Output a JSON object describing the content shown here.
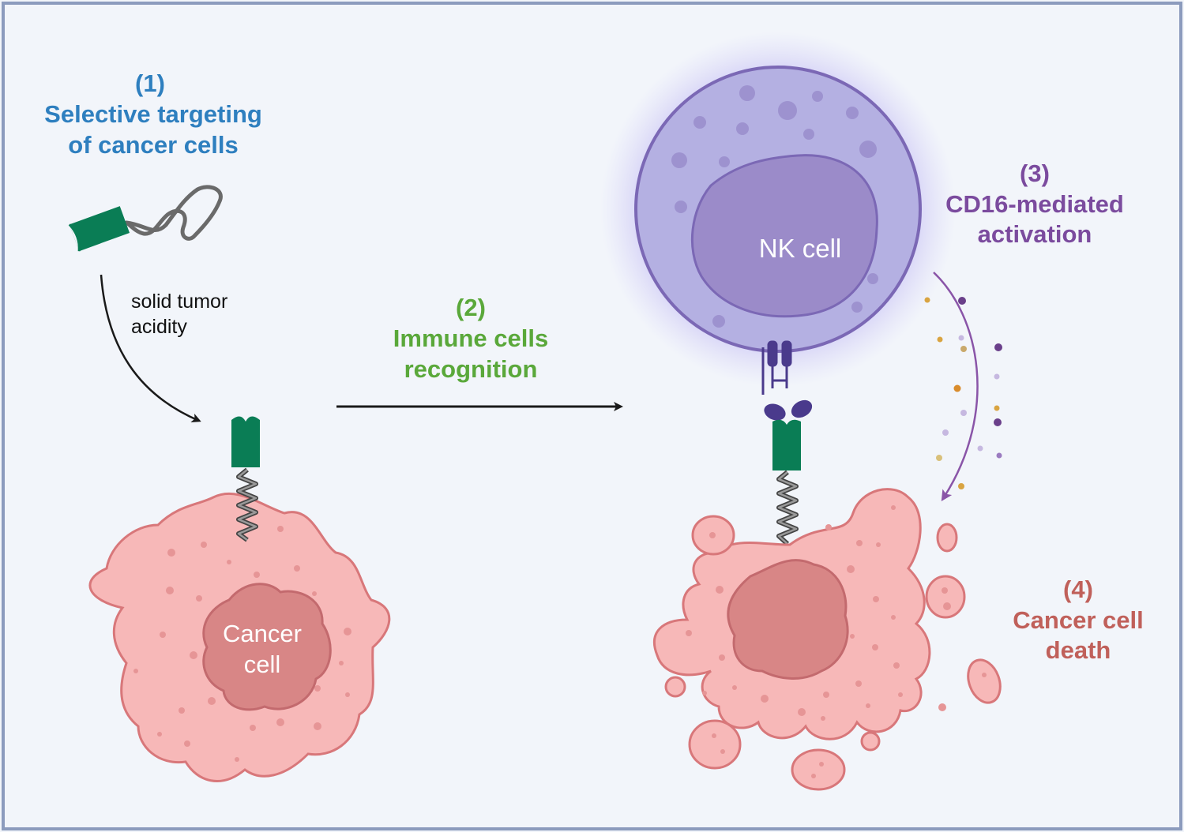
{
  "steps": {
    "s1": {
      "number": "(1)",
      "line1": "Selective targeting",
      "line2": "of cancer cells",
      "color": "#2e7fbf"
    },
    "s2": {
      "number": "(2)",
      "line1": "Immune cells",
      "line2": "recognition",
      "color": "#5aa83a"
    },
    "s3": {
      "number": "(3)",
      "line1": "CD16-mediated",
      "line2": "activation",
      "color": "#7b4b9e"
    },
    "s4": {
      "number": "(4)",
      "line1": "Cancer cell",
      "line2": "death",
      "color": "#c0605a"
    }
  },
  "labels": {
    "acidity_line1": "solid tumor",
    "acidity_line2": "acidity",
    "cancer_line1": "Cancer",
    "cancer_line2": "cell",
    "nk": "NK cell"
  },
  "colors": {
    "background": "#f2f5fa",
    "frame": "#8c9bbd",
    "peptide_green": "#0a7d55",
    "cancer_fill": "#f7b8b8",
    "cancer_stroke": "#d8777a",
    "nucleus_fill": "#d88686",
    "nk_fill": "#b4b0e2",
    "nk_stroke": "#7b68b5",
    "nk_nucleus": "#9b8bc9",
    "receptor": "#4a3a8c"
  }
}
